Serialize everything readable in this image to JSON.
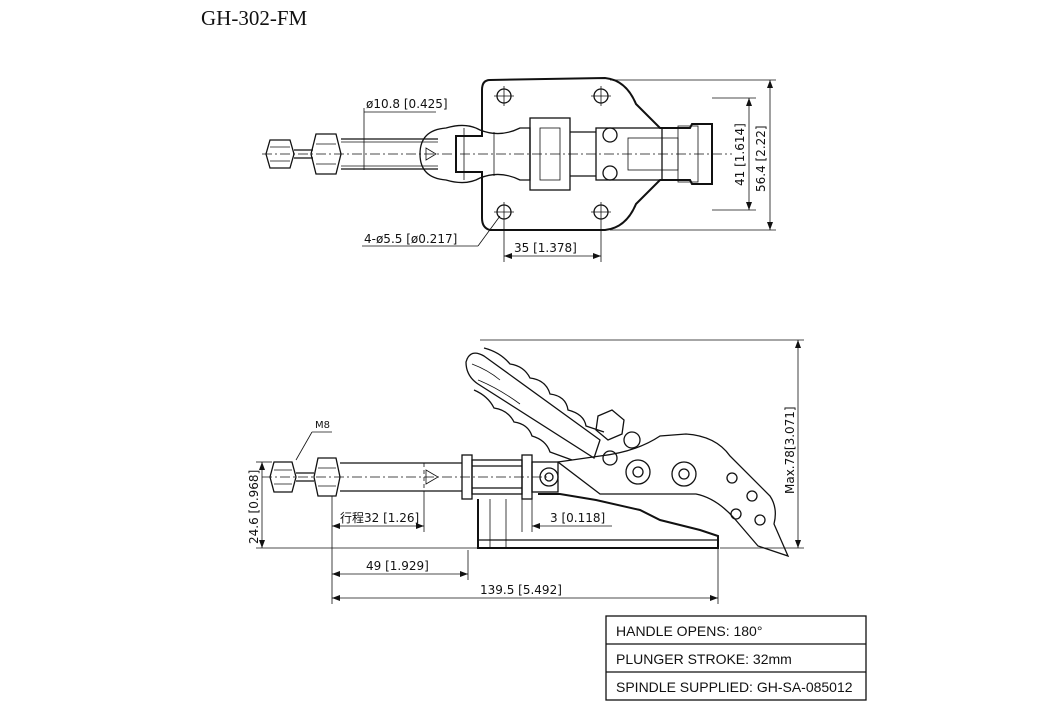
{
  "title": "GH-302-FM",
  "top_view": {
    "dims": {
      "rod_dia": "ø10.8 [0.425]",
      "holes": "4-ø5.5 [ø0.217]",
      "hole_spacing": "35 [1.378]",
      "height_inner": "41 [1.614]",
      "height_outer": "56.4 [2.22]"
    }
  },
  "side_view": {
    "dims": {
      "thread": "M8",
      "height": "24.6 [0.968]",
      "stroke": "行程32 [1.26]",
      "gap": "3 [0.118]",
      "base_len": "49 [1.929]",
      "total_len": "139.5 [5.492]",
      "max_height": "Max.78[3.071]"
    }
  },
  "specs": [
    "HANDLE OPENS: 180°",
    "PLUNGER STROKE: 32mm",
    "SPINDLE SUPPLIED: GH-SA-085012"
  ]
}
